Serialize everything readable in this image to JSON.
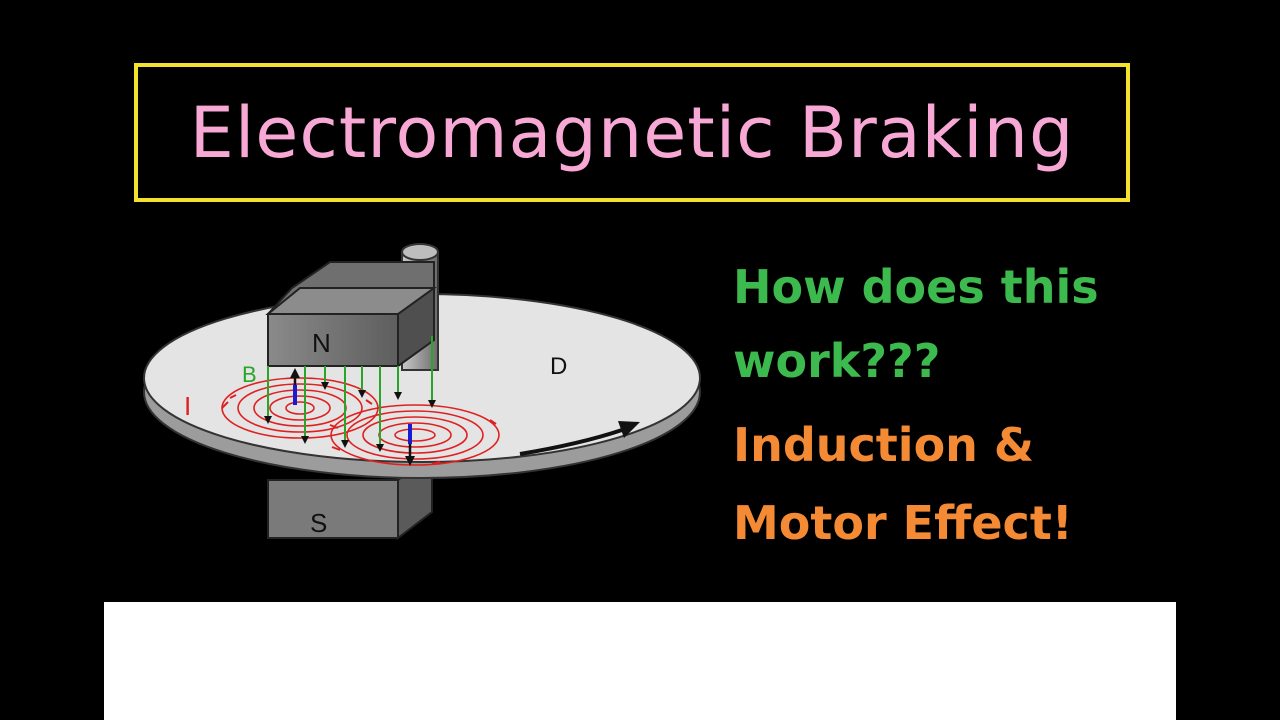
{
  "title": "Electromagnetic Braking",
  "question": {
    "line1": "How does this",
    "line2": "work???"
  },
  "answer": {
    "line1": "Induction &",
    "line2": "Motor Effect!"
  },
  "diagram": {
    "north_label": "N",
    "south_label": "S",
    "disc_label": "D",
    "field_label": "B",
    "current_label": "I"
  },
  "colors": {
    "title_border": "#f2e22e",
    "title_text": "#f7a8d4",
    "question_text": "#3dba4e",
    "answer_text": "#f58a35",
    "eddy_current": "#e02020",
    "field_lines": "#2aa52a",
    "force_arrow": "#1a1ad0"
  }
}
